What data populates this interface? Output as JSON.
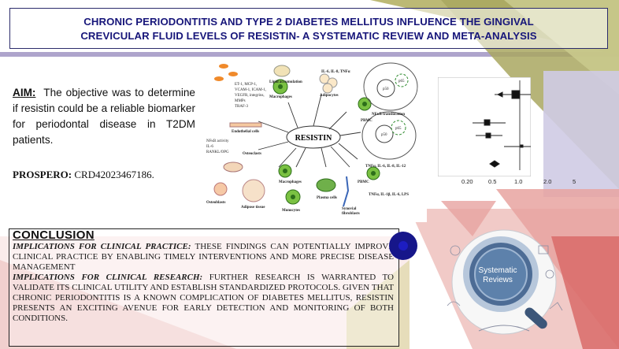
{
  "title": {
    "line1": "CHRONIC PERIODONTITIS AND TYPE 2 DIABETES MELLITUS INFLUENCE THE GINGIVAL",
    "line2": "CREVICULAR FLUID LEVELS OF RESISTIN- A SYSTEMATIC REVIEW AND META-ANALYSIS"
  },
  "aim": {
    "label": "AIM:",
    "text": "The objective was to determine if resistin could be a reliable biomarker for periodontal disease in T2DM patients."
  },
  "prospero": {
    "label": "PROSPERO:",
    "value": "CRD42023467186."
  },
  "conclusion": {
    "heading": "CONCLUSION",
    "clinical_label": "IMPLICATIONS FOR CLINICAL PRACTICE:",
    "clinical_text": "THESE FINDINGS CAN POTENTIALLY IMPROVE CLINICAL PRACTICE BY ENABLING TIMELY INTERVENTIONS AND MORE PRECISE DISEASE MANAGEMENT",
    "research_label": "IMPLICATIONS FOR CLINICAL RESEARCH:",
    "research_text": "FURTHER RESEARCH IS WARRANTED TO VALIDATE ITS CLINICAL UTILITY AND ESTABLISH STANDARDIZED PROTOCOLS. GIVEN THAT CHRONIC PERIODONTITIS IS A KNOWN COMPLICATION OF DIABETES MELLITUS, RESISTIN PRESENTS AN EXCITING AVENUE FOR EARLY DETECTION AND MONITORING OF BOTH CONDITIONS."
  },
  "diagram": {
    "center": "RESISTIN",
    "labels": {
      "lipid": "Lipid accumulation",
      "il6": "IL-6, IL-8, TNFα",
      "adipocytes": "Adipocytes",
      "macrophages_top": "Macrophages",
      "et1": "ET-1, MCP-1,",
      "vcam": "VCAM-1, ICAM-1,",
      "vegfr": "VEGFR, integrins,",
      "mmps": "MMPs",
      "traf": "TRAF-3",
      "endothelial": "Endothelial cells",
      "nfkb_act": "NFκB activity",
      "il6_up": "IL-6",
      "rankl": "RANKL/OPG",
      "osteoclasts": "Osteoclasts",
      "pbmc_top": "PBMC",
      "nfkb_trans": "NFκB translocation",
      "p50a": "p50",
      "p65a": "p65",
      "p50b": "p50",
      "p65b": "p65",
      "tnf_out": "TNFα, IL-6, IL-8, IL-12",
      "pbmc_bottom": "PBMC",
      "tnf_bottom": "TNFα, IL-1β, IL-6, LPS",
      "osteoblasts": "Osteoblasts",
      "adipose": "Adipose tissue",
      "macrophages_bottom": "Macrophages",
      "monocytes": "Monocytes",
      "plasma": "Plasma cells",
      "synovial1": "Synovial",
      "synovial2": "fibroblasts"
    }
  },
  "forest_plot": {
    "ticks": [
      "0.20",
      "0.5",
      "1.0",
      "2.0",
      "5"
    ]
  },
  "badge": {
    "line1": "Systematic",
    "line2": "Reviews"
  },
  "colors": {
    "title_text": "#17167a",
    "bg_olive": "#b3b06a",
    "bg_pink": "#e3a6a3",
    "bg_red": "#d66a68",
    "bg_lavender": "#c7c3dc",
    "accent_blue": "#16168a",
    "badge_ring": "#5f7fa6"
  }
}
